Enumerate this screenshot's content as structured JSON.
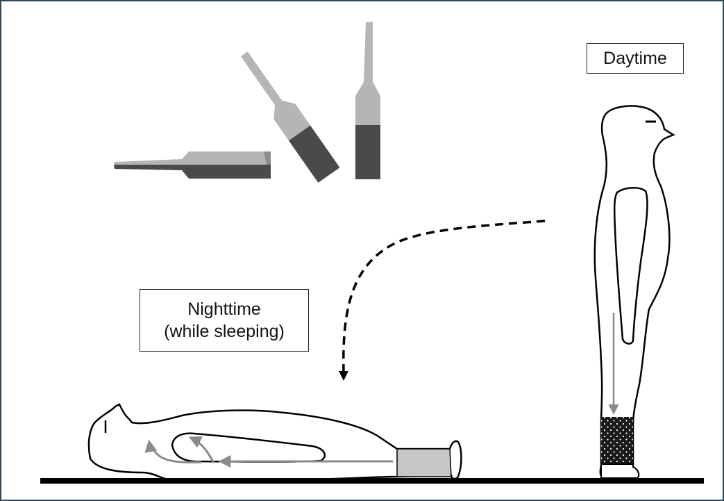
{
  "labels": {
    "daytime": "Daytime",
    "nighttime_line1": "Nighttime",
    "nighttime_line2": "(while sleeping)"
  },
  "colors": {
    "outline": "#000000",
    "light_fluid": "#b5b5b5",
    "dark_fluid": "#4a4a4a",
    "arrow_gray": "#8a8a8a",
    "legs_stocking_dark": "#1a1a1a",
    "legs_sock_gray": "#c6c6c6",
    "floor": "#000000",
    "frame_border": "#2e4a5c"
  },
  "icons": [
    "tilting-bottle-icon",
    "standing-person-icon",
    "lying-person-icon",
    "curved-dashed-arrow-icon"
  ]
}
